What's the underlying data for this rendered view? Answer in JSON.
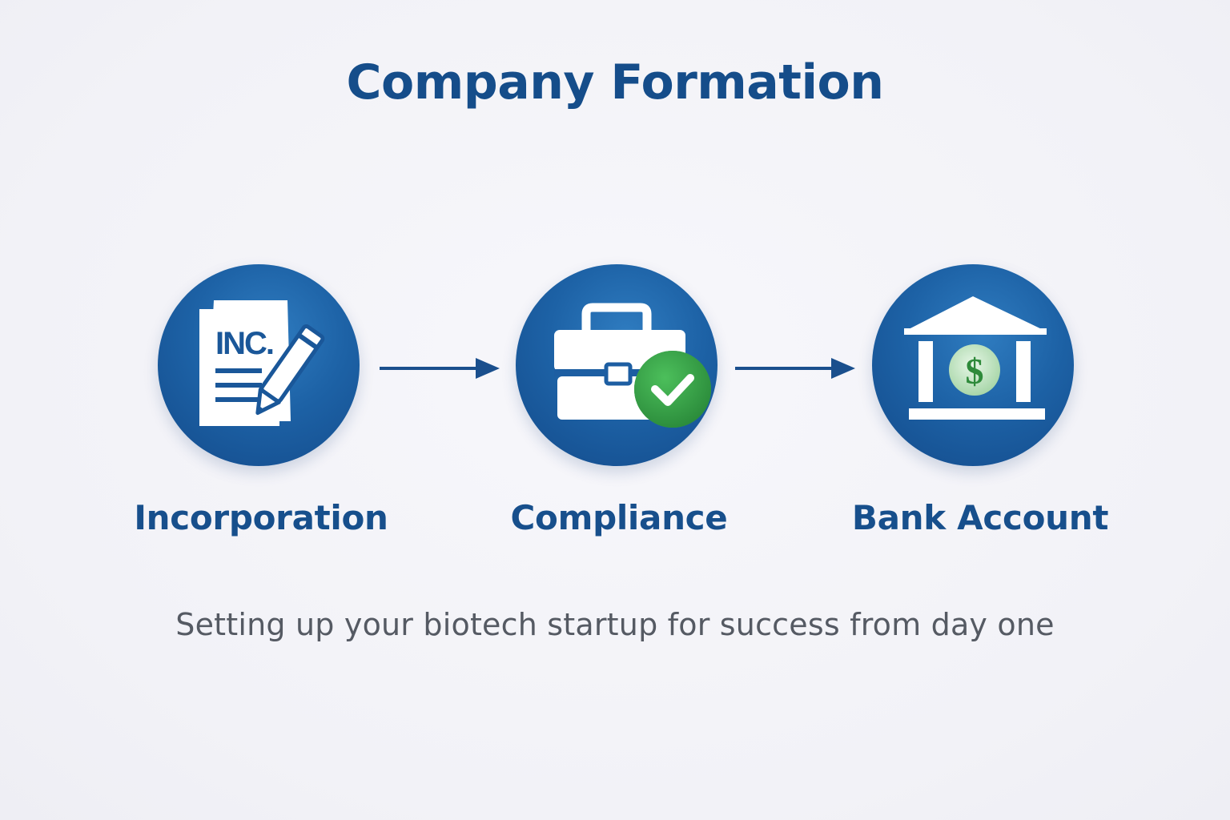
{
  "title": "Company Formation",
  "subtitle": "Setting up your biotech startup for success from day one",
  "steps": [
    {
      "label": "Incorporation",
      "icon": "incorporation-document-pen-icon",
      "icon_text": "INC."
    },
    {
      "label": "Compliance",
      "icon": "briefcase-check-icon"
    },
    {
      "label": "Bank Account",
      "icon": "bank-dollar-icon",
      "icon_text": "$"
    }
  ],
  "colors": {
    "primary": "#1d62a6",
    "title": "#154d8a",
    "check_green": "#3aa04a",
    "subtitle": "#555a63",
    "background": "#f3f3f8"
  }
}
